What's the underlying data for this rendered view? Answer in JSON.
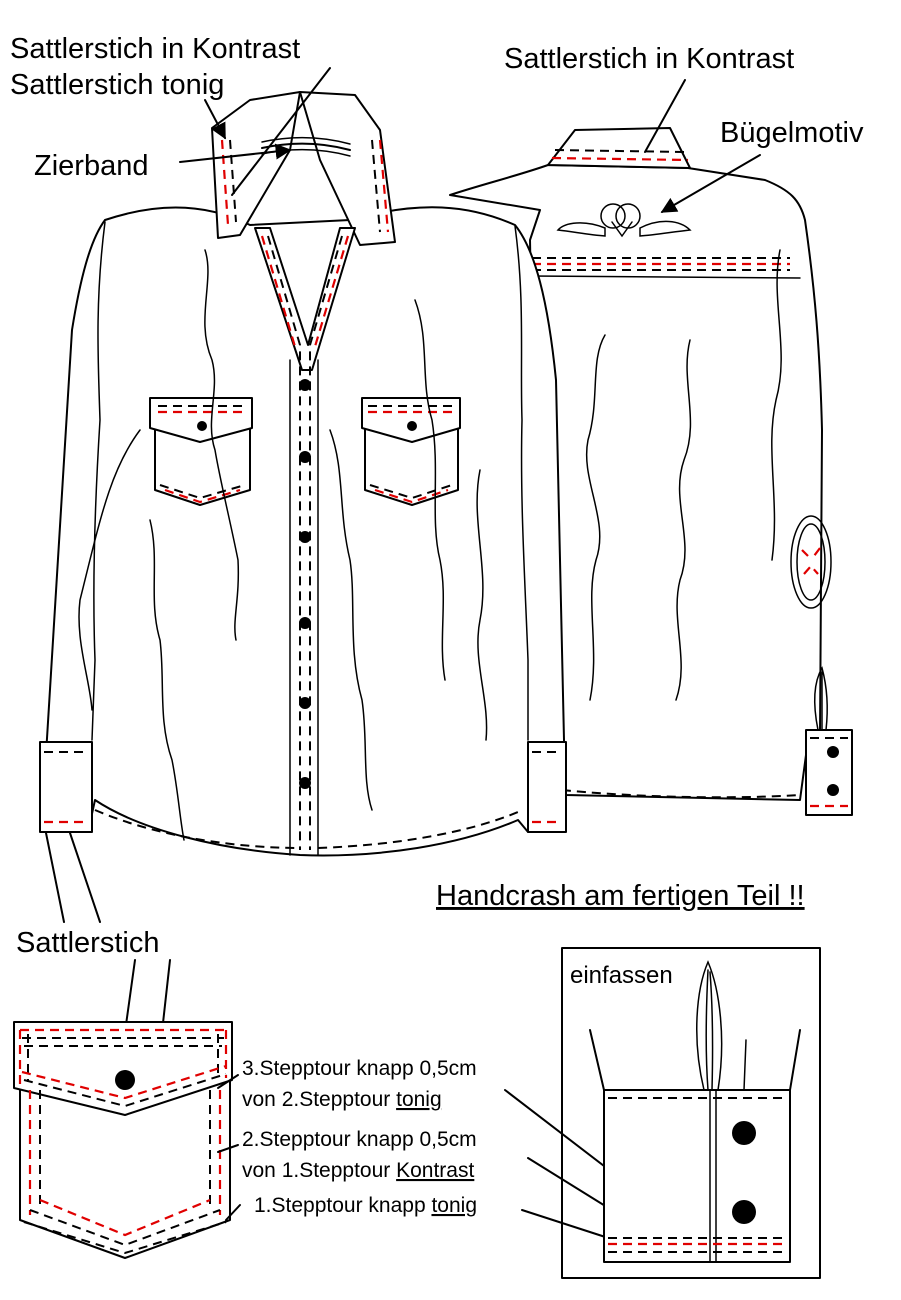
{
  "labels": {
    "top_left_contrast": "Sattlerstich in Kontrast",
    "top_left_tonal": "Sattlerstich tonig",
    "trim_band": "Zierband",
    "back_contrast": "Sattlerstich in Kontrast",
    "iron_on_motif": "Bügelmotiv",
    "handcrash_note": "Handcrash am fertigen Teil !!",
    "saddle_stitch": "Sattlerstich",
    "binding": "einfassen"
  },
  "stitch_legend": [
    {
      "text": "3.Stepptour knapp 0,5cm"
    },
    {
      "text": "von 2.Stepptour ",
      "underlined": "tonig"
    },
    {
      "text": "2.Stepptour knapp 0,5cm"
    },
    {
      "text": "von 1.Stepptour ",
      "underlined": "Kontrast"
    },
    {
      "text": "1.Stepptour knapp ",
      "underlined": "tonig"
    }
  ],
  "colors": {
    "line": "#000000",
    "contrast_stitch": "#e00000",
    "background": "#ffffff"
  }
}
